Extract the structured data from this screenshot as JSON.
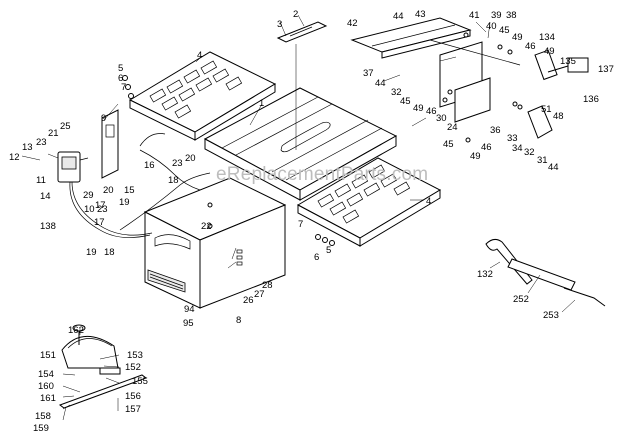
{
  "watermark": "eReplacementParts.com",
  "callouts": {
    "c2": "2",
    "c3": "3",
    "c4a": "4",
    "c4b": "4",
    "c5a": "5",
    "c6a": "6",
    "c7a": "7",
    "c9": "9",
    "c1": "1",
    "c12": "12",
    "c13": "13",
    "c23a": "23",
    "c21": "21",
    "c25": "25",
    "c11": "11",
    "c14": "14",
    "c29": "29",
    "c20a": "20",
    "c15": "15",
    "c10": "10",
    "c17a": "17",
    "c16": "16",
    "c23b": "23",
    "c18a": "18",
    "c20b": "20",
    "c138": "138",
    "c17b": "17",
    "c19a": "19",
    "c19b": "19",
    "c18b": "18",
    "c22": "22",
    "c23c": "23",
    "c7b": "7",
    "c6b": "6",
    "c5b": "5",
    "c28": "28",
    "c27": "27",
    "c26": "26",
    "c94": "94",
    "c95": "95",
    "c8": "8",
    "c42": "42",
    "c44a": "44",
    "c43": "43",
    "c41": "41",
    "c39": "39",
    "c38": "38",
    "c40": "40",
    "c45a": "45",
    "c49a": "49",
    "c46a": "46",
    "c134": "134",
    "c49b": "49",
    "c135": "135",
    "c137": "137",
    "c37": "37",
    "c44b": "44",
    "c32a": "32",
    "c45b": "45",
    "c49c": "49",
    "c46b": "46",
    "c30": "30",
    "c24": "24",
    "c36": "36",
    "c33": "33",
    "c51": "51",
    "c136": "136",
    "c48": "48",
    "c45c": "45",
    "c46c": "46",
    "c49d": "49",
    "c34": "34",
    "c32b": "32",
    "c31": "31",
    "c44c": "44",
    "c132": "132",
    "c252": "252",
    "c253": "253",
    "c162": "162",
    "c151": "151",
    "c153": "153",
    "c152": "152",
    "c154": "154",
    "c155": "155",
    "c160": "160",
    "c156": "156",
    "c161": "161",
    "c157": "157",
    "c158": "158",
    "c159": "159"
  }
}
